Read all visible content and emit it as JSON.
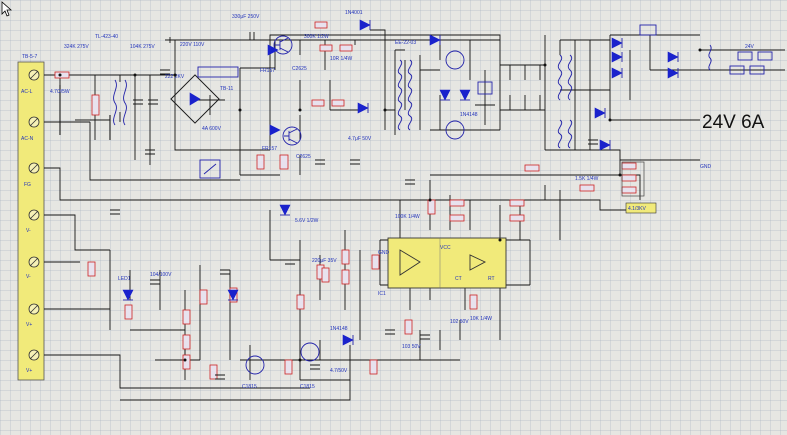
{
  "title": "24V 6A",
  "terminal_block": {
    "label": "TB-5-7",
    "terminals": [
      "AC-L",
      "AC-N",
      "FG",
      "V-",
      "V-",
      "V+",
      "V+"
    ]
  },
  "labels": {
    "input_res": "4.7Ω/5W",
    "varistor": "324K 275V",
    "common_mode": "TL-423-40",
    "x_cap": "104K 275V",
    "cap_c3": "222 2KV",
    "bridge": "TB-11",
    "bridge_rating": "4A 600V",
    "bulk_cap": "330μF 250V",
    "line_cap": "220V 110V",
    "mosfet_top": "FR157",
    "mosfet_bot": "FR157",
    "q_top": "C2625",
    "q_bot": "C2625",
    "rr1": "300K 1/2W",
    "rr2": "10R 1/4W",
    "diode_d1": "1N4001",
    "cap_47": "4.7μF 50V",
    "transformer": "EE-22-03",
    "rec_diode": "1N4148",
    "ic_label": "IC1",
    "ic_vcc": "VCC",
    "ic_gnd": "GND",
    "ic_ct": "CT",
    "ic_rt": "RT",
    "vref": "4.1/3KV",
    "output": "24V",
    "gnd": "GND",
    "zener": "5.6V 1/2W",
    "r_adj": "100K 1/4W",
    "c_out": "220μF 35V",
    "c_small": "103 50V",
    "q1": "C1815",
    "q2": "C1815",
    "diode_small": "1N4148",
    "ref_label": "4.7/50V",
    "led": "LED1",
    "out_res": "1.5K 1/4W",
    "r_ct": "10K 1/4W",
    "c_104": "104/100V",
    "c_ct": "102 50V"
  }
}
